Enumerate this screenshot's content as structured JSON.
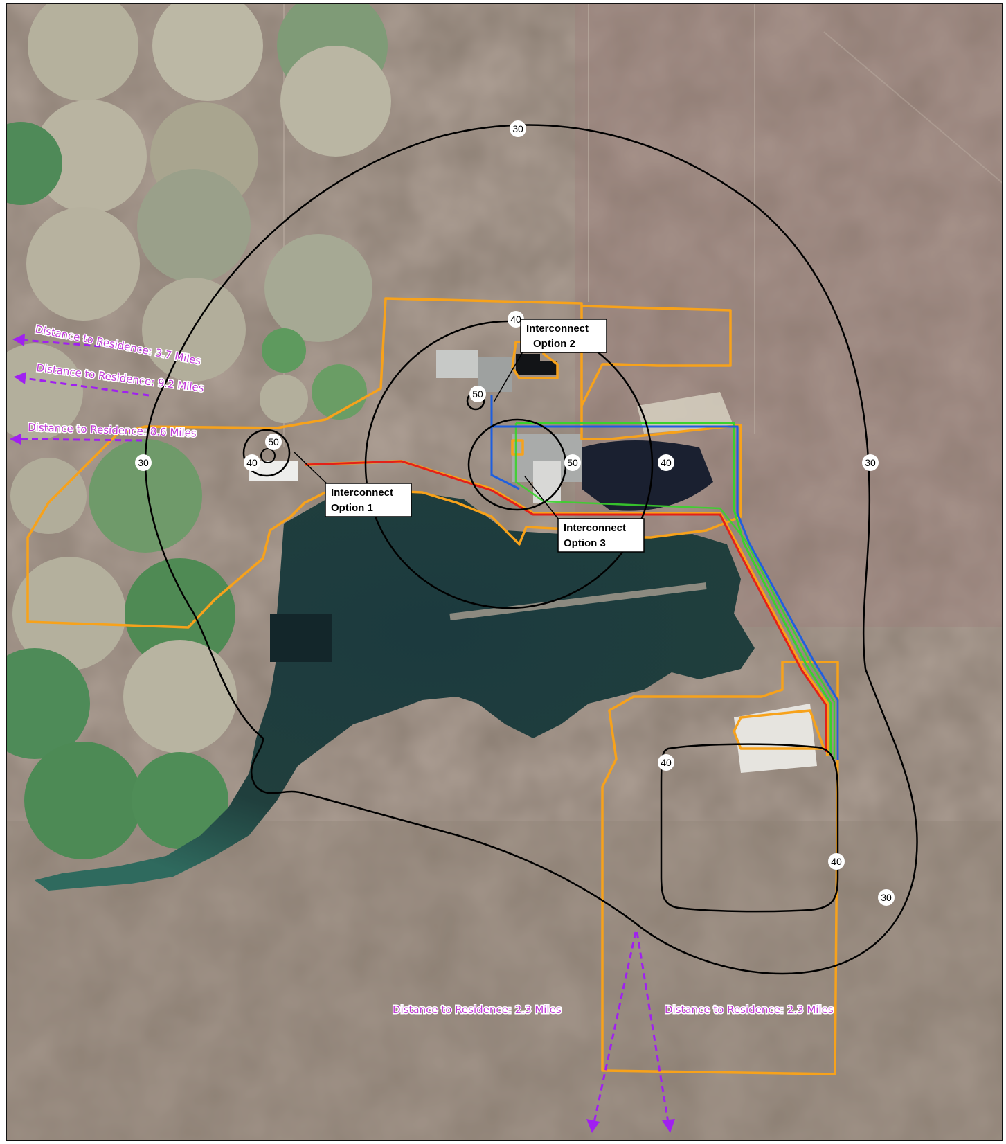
{
  "map": {
    "colors": {
      "terrain": "#8c7f72",
      "water": "#1e3c3c",
      "crop_green": "#5f8a5a",
      "crop_tan": "#b8b29a",
      "contour_line": "#000000",
      "boundary": "#f7a21b",
      "route_red": "#e32119",
      "route_green": "#3ad12c",
      "route_blue": "#1e5fe0",
      "route_orange": "#f7a21b",
      "residence_annotation": "#c13bd8"
    },
    "contour_labels": {
      "outer_top": "30",
      "outer_left": "30",
      "outer_right": "30",
      "outer_bottom_right": "30",
      "mid_top": "40",
      "mid_left": "40",
      "mid_right": "40",
      "south_top": "40",
      "south_bottom": "40",
      "inner_center": "50",
      "inner_plant": "50",
      "inner_west": "50"
    },
    "callouts": {
      "option1": [
        "Interconnect",
        "Option 1"
      ],
      "option2": [
        "Interconnect",
        "Option 2"
      ],
      "option3": [
        "Interconnect",
        "Option 3"
      ]
    },
    "residences": {
      "nw1": "Distance to Residence: 3.7 Miles",
      "nw2": "Distance to Residence: 9.2 Miles",
      "w": "Distance to Residence: 8.6 Miles",
      "s1": "Distance to Residence: 2.3 Miles",
      "s2": "Distance to Residence: 2.3 Miles"
    }
  }
}
